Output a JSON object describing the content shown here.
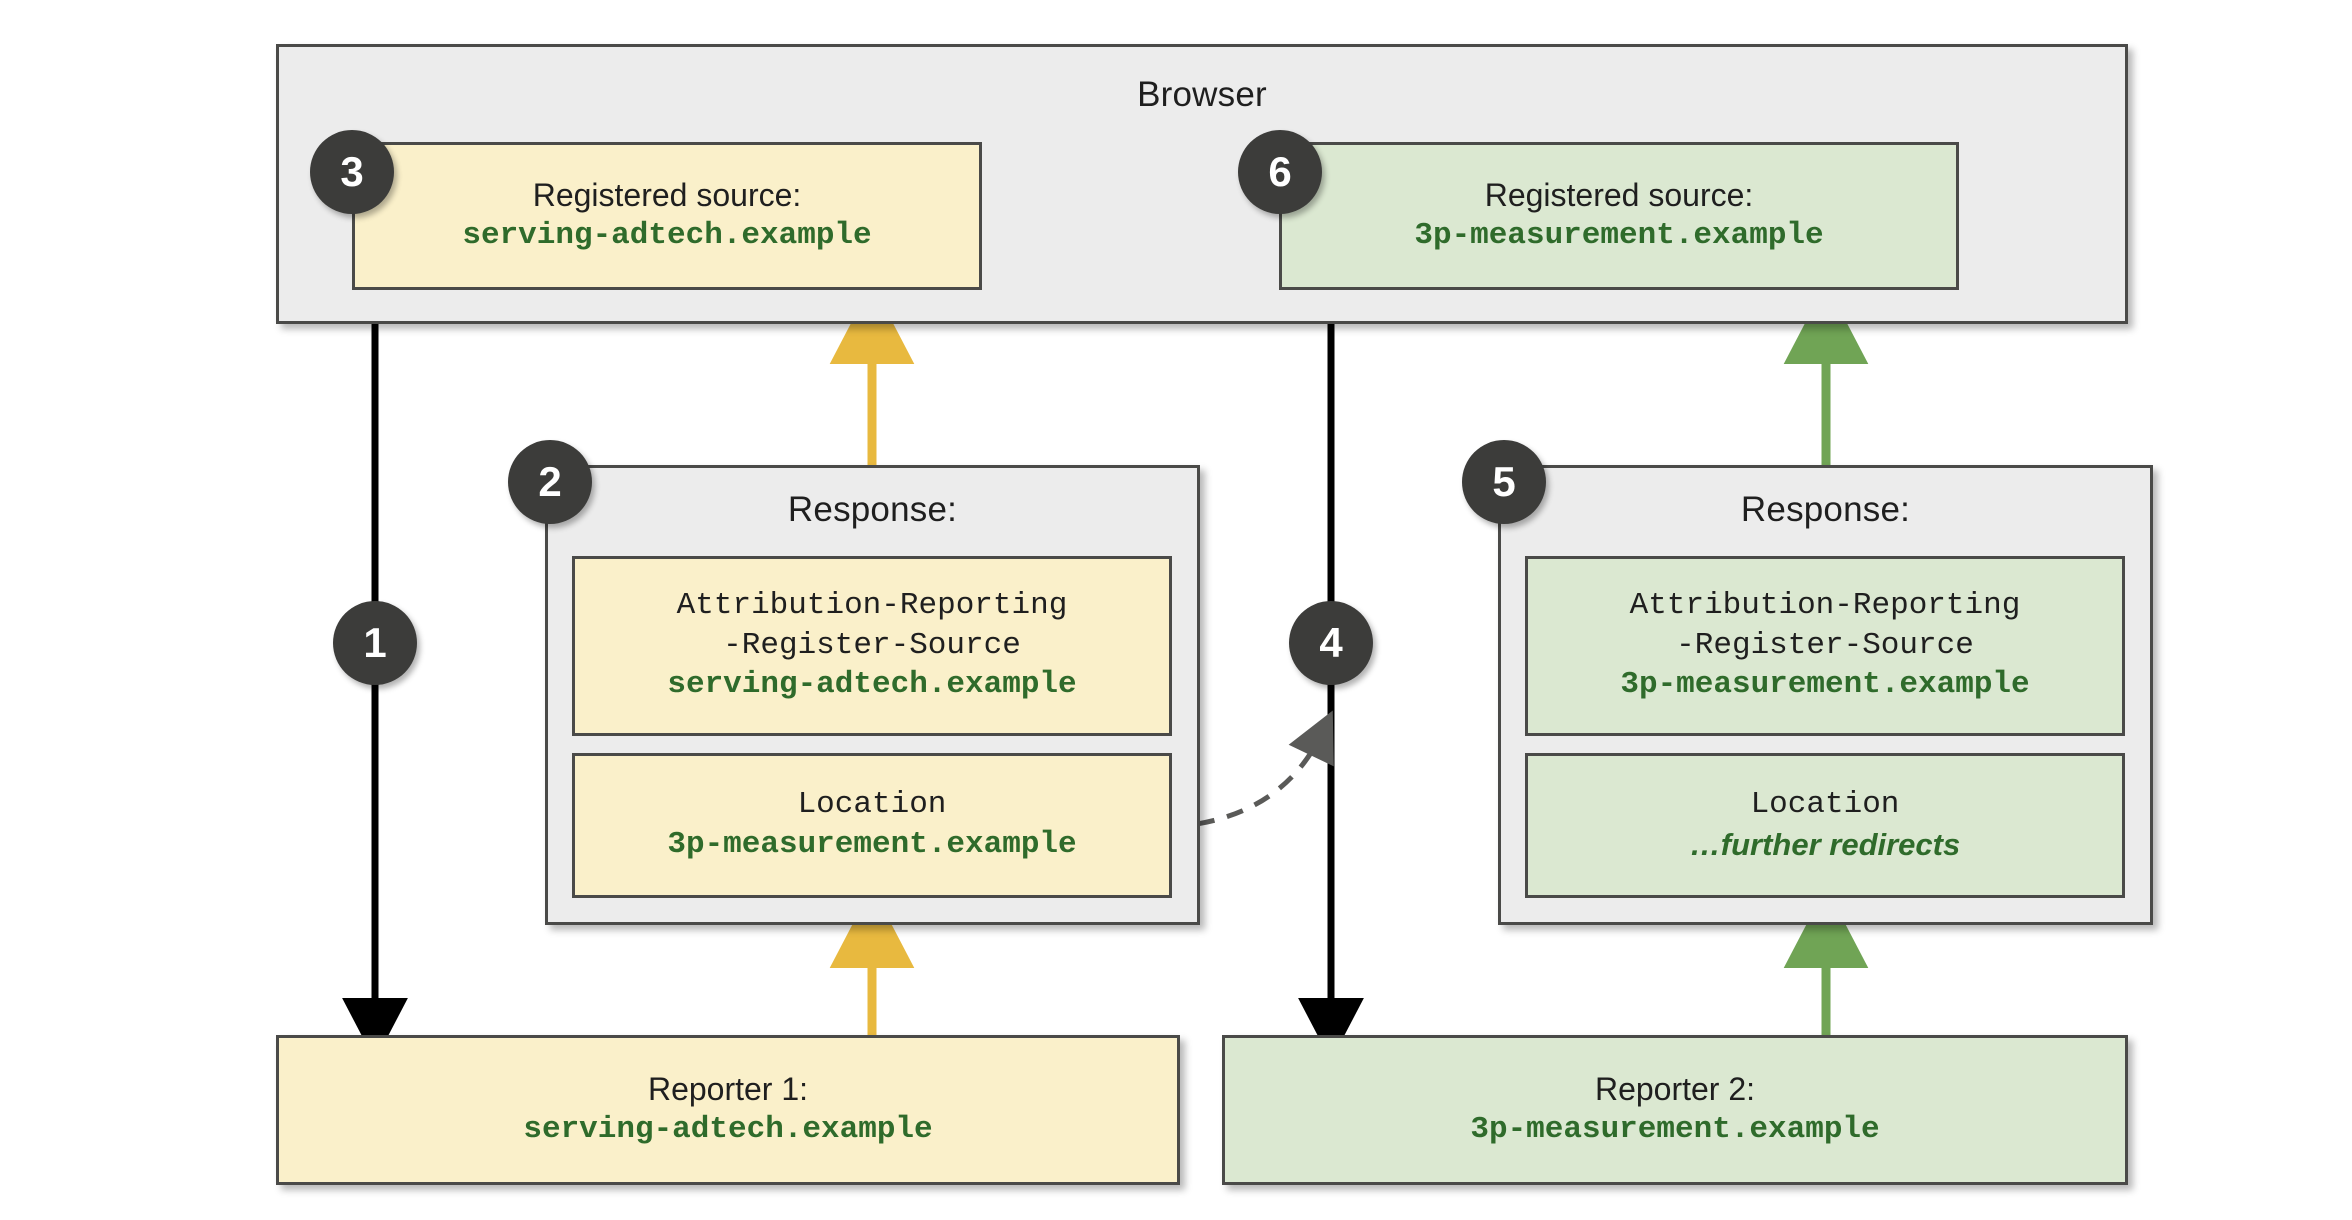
{
  "diagram": {
    "title_visible": "Browser",
    "colors": {
      "yellow_fill": "#faf0ca",
      "green_fill": "#dbe8d1",
      "grey_fill": "#ececec",
      "border": "#4a4a48",
      "domain_text": "#2f6b2b",
      "badge_bg": "#3c3c3a",
      "yellow_arrow": "#e8b93f",
      "green_arrow": "#70a455",
      "black_arrow": "#000000",
      "dashed_arrow": "#5a5a58"
    }
  },
  "browser": {
    "label": "Browser",
    "registered_sources": [
      {
        "badge": "3",
        "caption": "Registered source:",
        "domain": "serving-adtech.example",
        "theme": "yellow"
      },
      {
        "badge": "6",
        "caption": "Registered source:",
        "domain": "3p-measurement.example",
        "theme": "green"
      }
    ]
  },
  "responses": [
    {
      "badge": "2",
      "title": "Response:",
      "theme": "yellow",
      "headers": [
        {
          "name_line1": "Attribution-Reporting",
          "name_line2": "-Register-Source",
          "value": "serving-adtech.example",
          "value_style": "mono"
        },
        {
          "name_line1": "Location",
          "name_line2": "",
          "value": "3p-measurement.example",
          "value_style": "mono"
        }
      ]
    },
    {
      "badge": "5",
      "title": "Response:",
      "theme": "green",
      "headers": [
        {
          "name_line1": "Attribution-Reporting",
          "name_line2": "-Register-Source",
          "value": "3p-measurement.example",
          "value_style": "mono"
        },
        {
          "name_line1": "Location",
          "name_line2": "",
          "value": "…further redirects",
          "value_style": "italic"
        }
      ]
    }
  ],
  "reporters": [
    {
      "caption": "Reporter 1:",
      "domain": "serving-adtech.example",
      "theme": "yellow"
    },
    {
      "caption": "Reporter 2:",
      "domain": "3p-measurement.example",
      "theme": "green"
    }
  ],
  "flow_badges": [
    {
      "number": "1"
    },
    {
      "number": "4"
    }
  ]
}
